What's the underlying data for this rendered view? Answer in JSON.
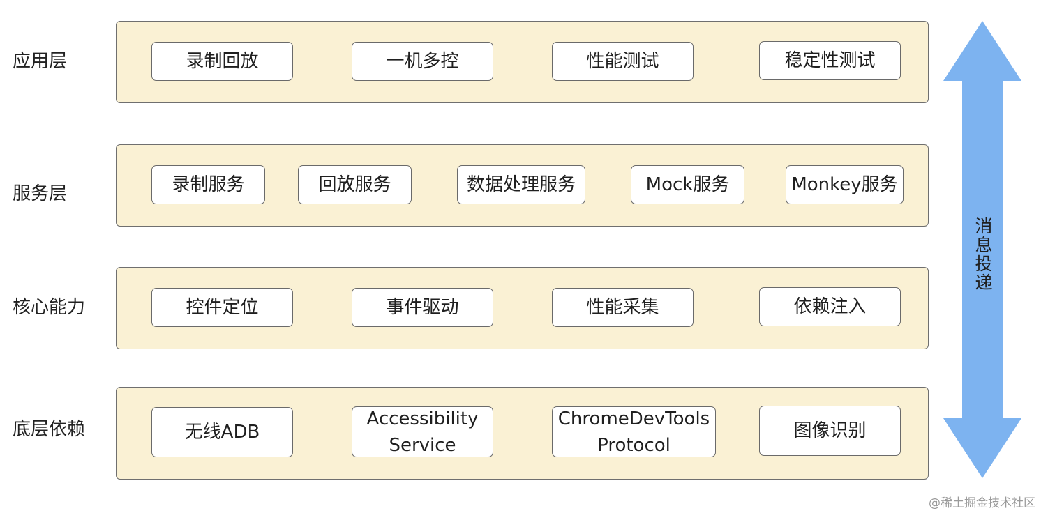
{
  "layers": [
    {
      "label": "应用层",
      "items": [
        "录制回放",
        "一机多控",
        "性能测试",
        "稳定性测试"
      ]
    },
    {
      "label": "服务层",
      "items": [
        "录制服务",
        "回放服务",
        "数据处理服务",
        "Mock服务",
        "Monkey服务"
      ]
    },
    {
      "label": "核心能力",
      "items": [
        "控件定位",
        "事件驱动",
        "性能采集",
        "依赖注入"
      ]
    },
    {
      "label": "底层依赖",
      "items": [
        "无线ADB",
        "Accessibility\nService",
        "ChromeDevTools\nProtocol",
        "图像识别"
      ]
    }
  ],
  "arrow": {
    "label": "消息投递",
    "color": "#7db3f0"
  },
  "colors": {
    "band": "#faf1d4",
    "border": "#6f6f6f"
  },
  "watermark": "@稀土掘金技术社区"
}
